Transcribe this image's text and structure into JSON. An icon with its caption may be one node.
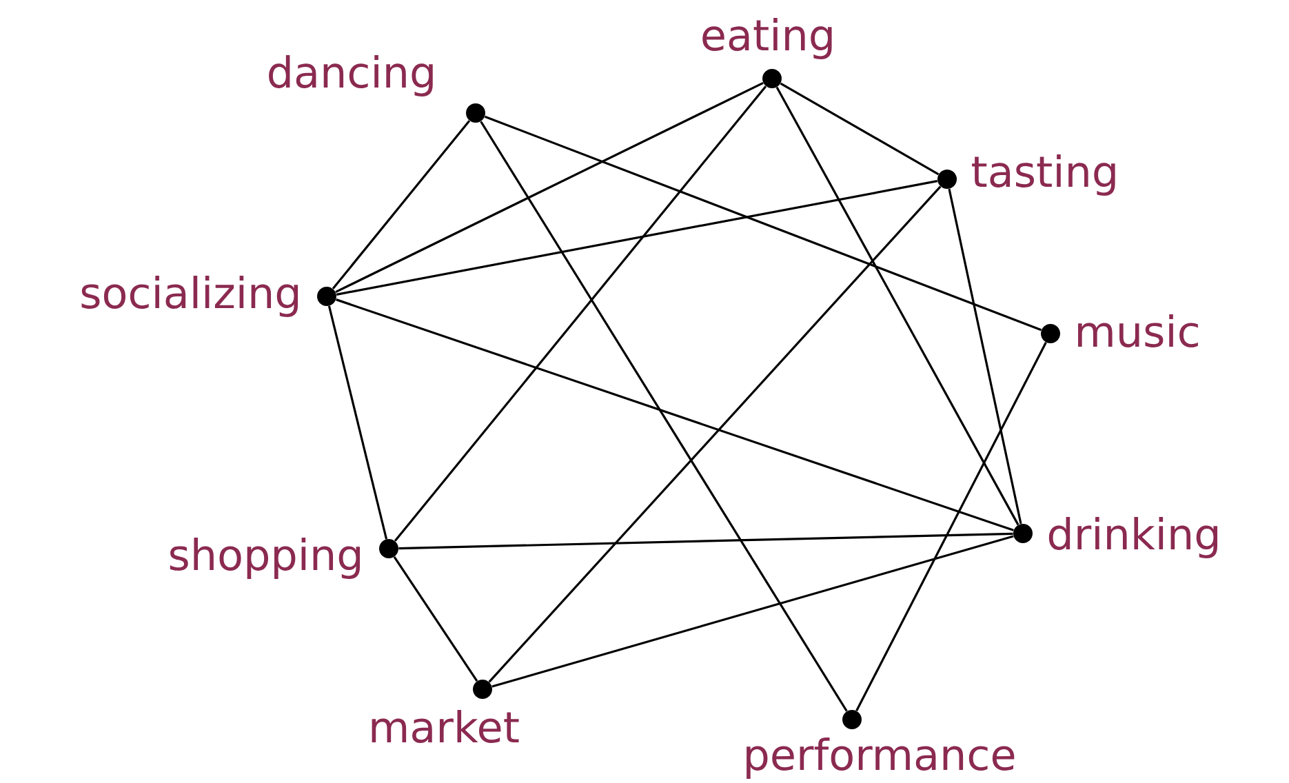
{
  "diagram": {
    "nodes": [
      {
        "text": [
          "dancing"
        ]
      },
      {
        "text": [
          "eating"
        ]
      },
      {
        "text": [
          "tasting"
        ]
      },
      {
        "text": [
          "socializing"
        ]
      },
      {
        "text": [
          "music"
        ]
      },
      {
        "text": [
          "shopping"
        ]
      },
      {
        "text": [
          "drinking"
        ]
      },
      {
        "text": [
          "market"
        ]
      },
      {
        "text": [
          "performance"
        ]
      }
    ],
    "edges": [
      {
        "from": 0,
        "to": 3,
        "arrow": "none"
      },
      {
        "from": 0,
        "to": 8,
        "arrow": "none"
      },
      {
        "from": 0,
        "to": 4,
        "arrow": "none"
      },
      {
        "from": 1,
        "to": 3,
        "arrow": "none"
      },
      {
        "from": 1,
        "to": 2,
        "arrow": "none"
      },
      {
        "from": 1,
        "to": 5,
        "arrow": "none"
      },
      {
        "from": 1,
        "to": 6,
        "arrow": "none"
      },
      {
        "from": 2,
        "to": 3,
        "arrow": "none"
      },
      {
        "from": 2,
        "to": 6,
        "arrow": "none"
      },
      {
        "from": 2,
        "to": 7,
        "arrow": "none"
      },
      {
        "from": 3,
        "to": 6,
        "arrow": "none"
      },
      {
        "from": 3,
        "to": 5,
        "arrow": "none"
      },
      {
        "from": 4,
        "to": 8,
        "arrow": "none"
      },
      {
        "from": 5,
        "to": 6,
        "arrow": "none"
      },
      {
        "from": 5,
        "to": 7,
        "arrow": "none"
      },
      {
        "from": 7,
        "to": 6,
        "arrow": "none"
      }
    ]
  }
}
